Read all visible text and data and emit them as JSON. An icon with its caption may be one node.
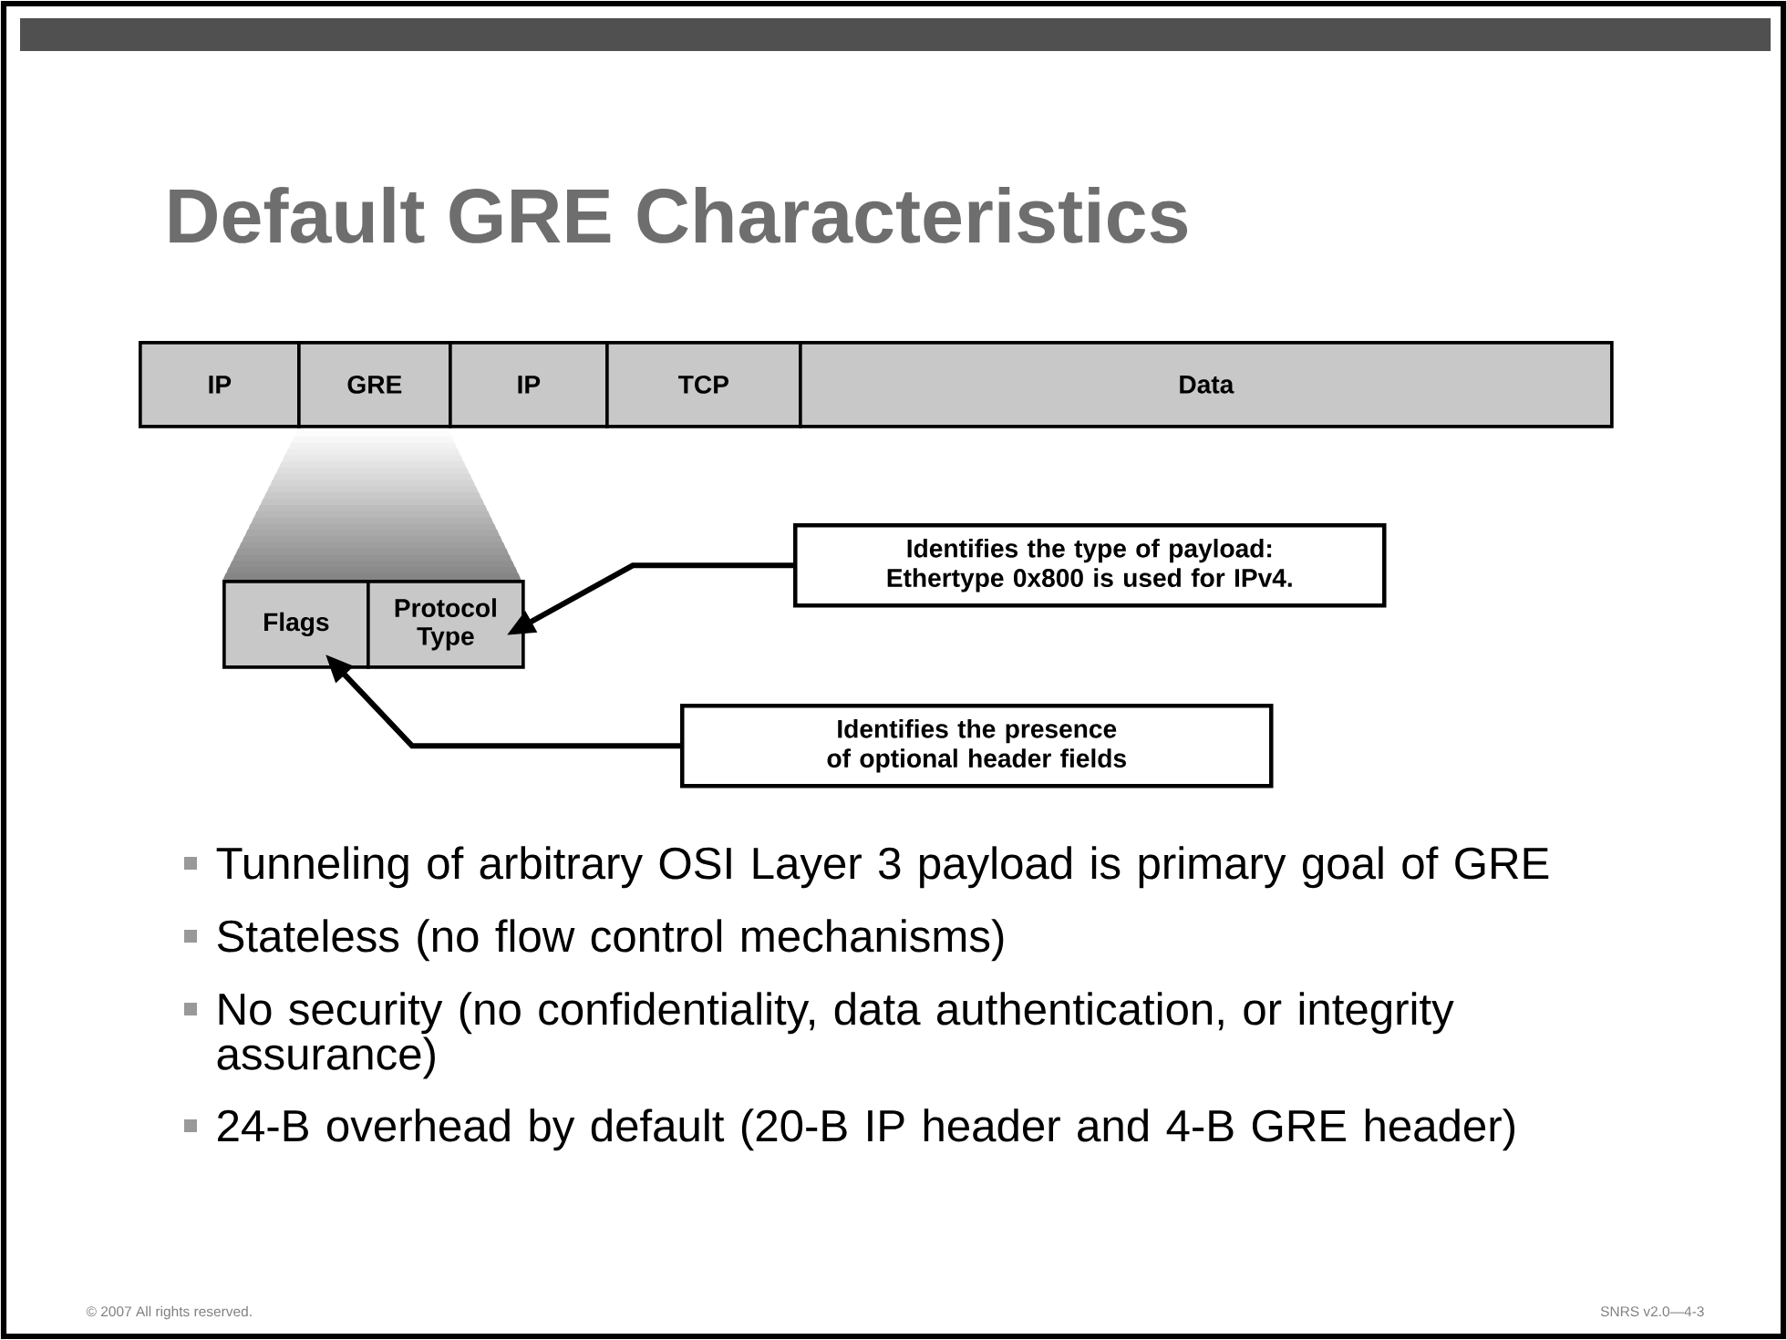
{
  "diagram": {
    "title": "Default GRE Characteristics",
    "nodes": [
      {
        "text": [
          "IP"
        ]
      },
      {
        "text": [
          "GRE"
        ]
      },
      {
        "text": [
          "IP"
        ]
      },
      {
        "text": [
          "TCP"
        ]
      },
      {
        "text": [
          "Data"
        ]
      },
      {
        "text": [
          "Flags"
        ]
      },
      {
        "text": [
          "Protocol Type"
        ]
      },
      {
        "text": [
          "Identifies the type of payload: Ethertype 0x800 is used for IPv4."
        ]
      },
      {
        "text": [
          "Identifies the presence of optional header fields"
        ]
      }
    ],
    "edges": [
      {
        "from": 7,
        "to": 6,
        "arrow": "to"
      },
      {
        "from": 8,
        "to": 5,
        "arrow": "to"
      }
    ],
    "labels": [
      "Tunneling of arbitrary OSI Layer 3 payload is primary goal of GRE",
      "Stateless (no flow control mechanisms)",
      "No security (no confidentiality, data authentication, or integrity assurance)",
      "24-B overhead by default (20-B IP header and 4-B GRE header)",
      "© 2007 All rights reserved.",
      "SNRS v2.0—4-3"
    ]
  }
}
